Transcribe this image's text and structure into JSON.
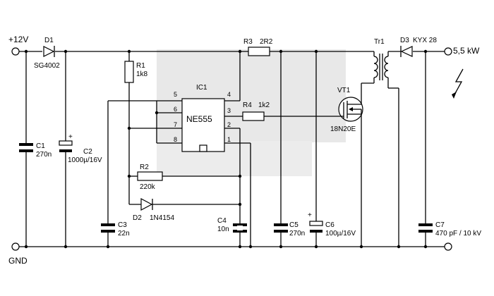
{
  "rails": {
    "vcc": "+12V",
    "gnd": "GND"
  },
  "output": {
    "power": "5,5 kW"
  },
  "ic": {
    "ref": "IC1",
    "part": "NE555",
    "pins": {
      "p1": "1",
      "p2": "2",
      "p3": "3",
      "p4": "4",
      "p5": "5",
      "p6": "6",
      "p7": "7",
      "p8": "8"
    }
  },
  "components": {
    "d1": {
      "ref": "D1",
      "value": "SG4002"
    },
    "d2": {
      "ref": "D2",
      "value": "1N4154"
    },
    "d3": {
      "ref": "D3",
      "value": "KYX 28"
    },
    "r1": {
      "ref": "R1",
      "value": "1k8"
    },
    "r2": {
      "ref": "R2",
      "value": "220k"
    },
    "r3": {
      "ref": "R3",
      "value": "2R2"
    },
    "r4": {
      "ref": "R4",
      "value": "1k2"
    },
    "c1": {
      "ref": "C1",
      "value": "270n"
    },
    "c2": {
      "ref": "C2",
      "value": "1000µ/16V"
    },
    "c3": {
      "ref": "C3",
      "value": "22n"
    },
    "c4": {
      "ref": "C4",
      "value": "10n"
    },
    "c5": {
      "ref": "C5",
      "value": "270n"
    },
    "c6": {
      "ref": "C6",
      "value": "100µ/16V"
    },
    "c7": {
      "ref": "C7",
      "value": "470 pF / 10 kV"
    },
    "vt1": {
      "ref": "VT1",
      "value": "18N20E"
    },
    "tr1": {
      "ref": "Tr1"
    }
  },
  "polarity": {
    "plus": "+"
  }
}
